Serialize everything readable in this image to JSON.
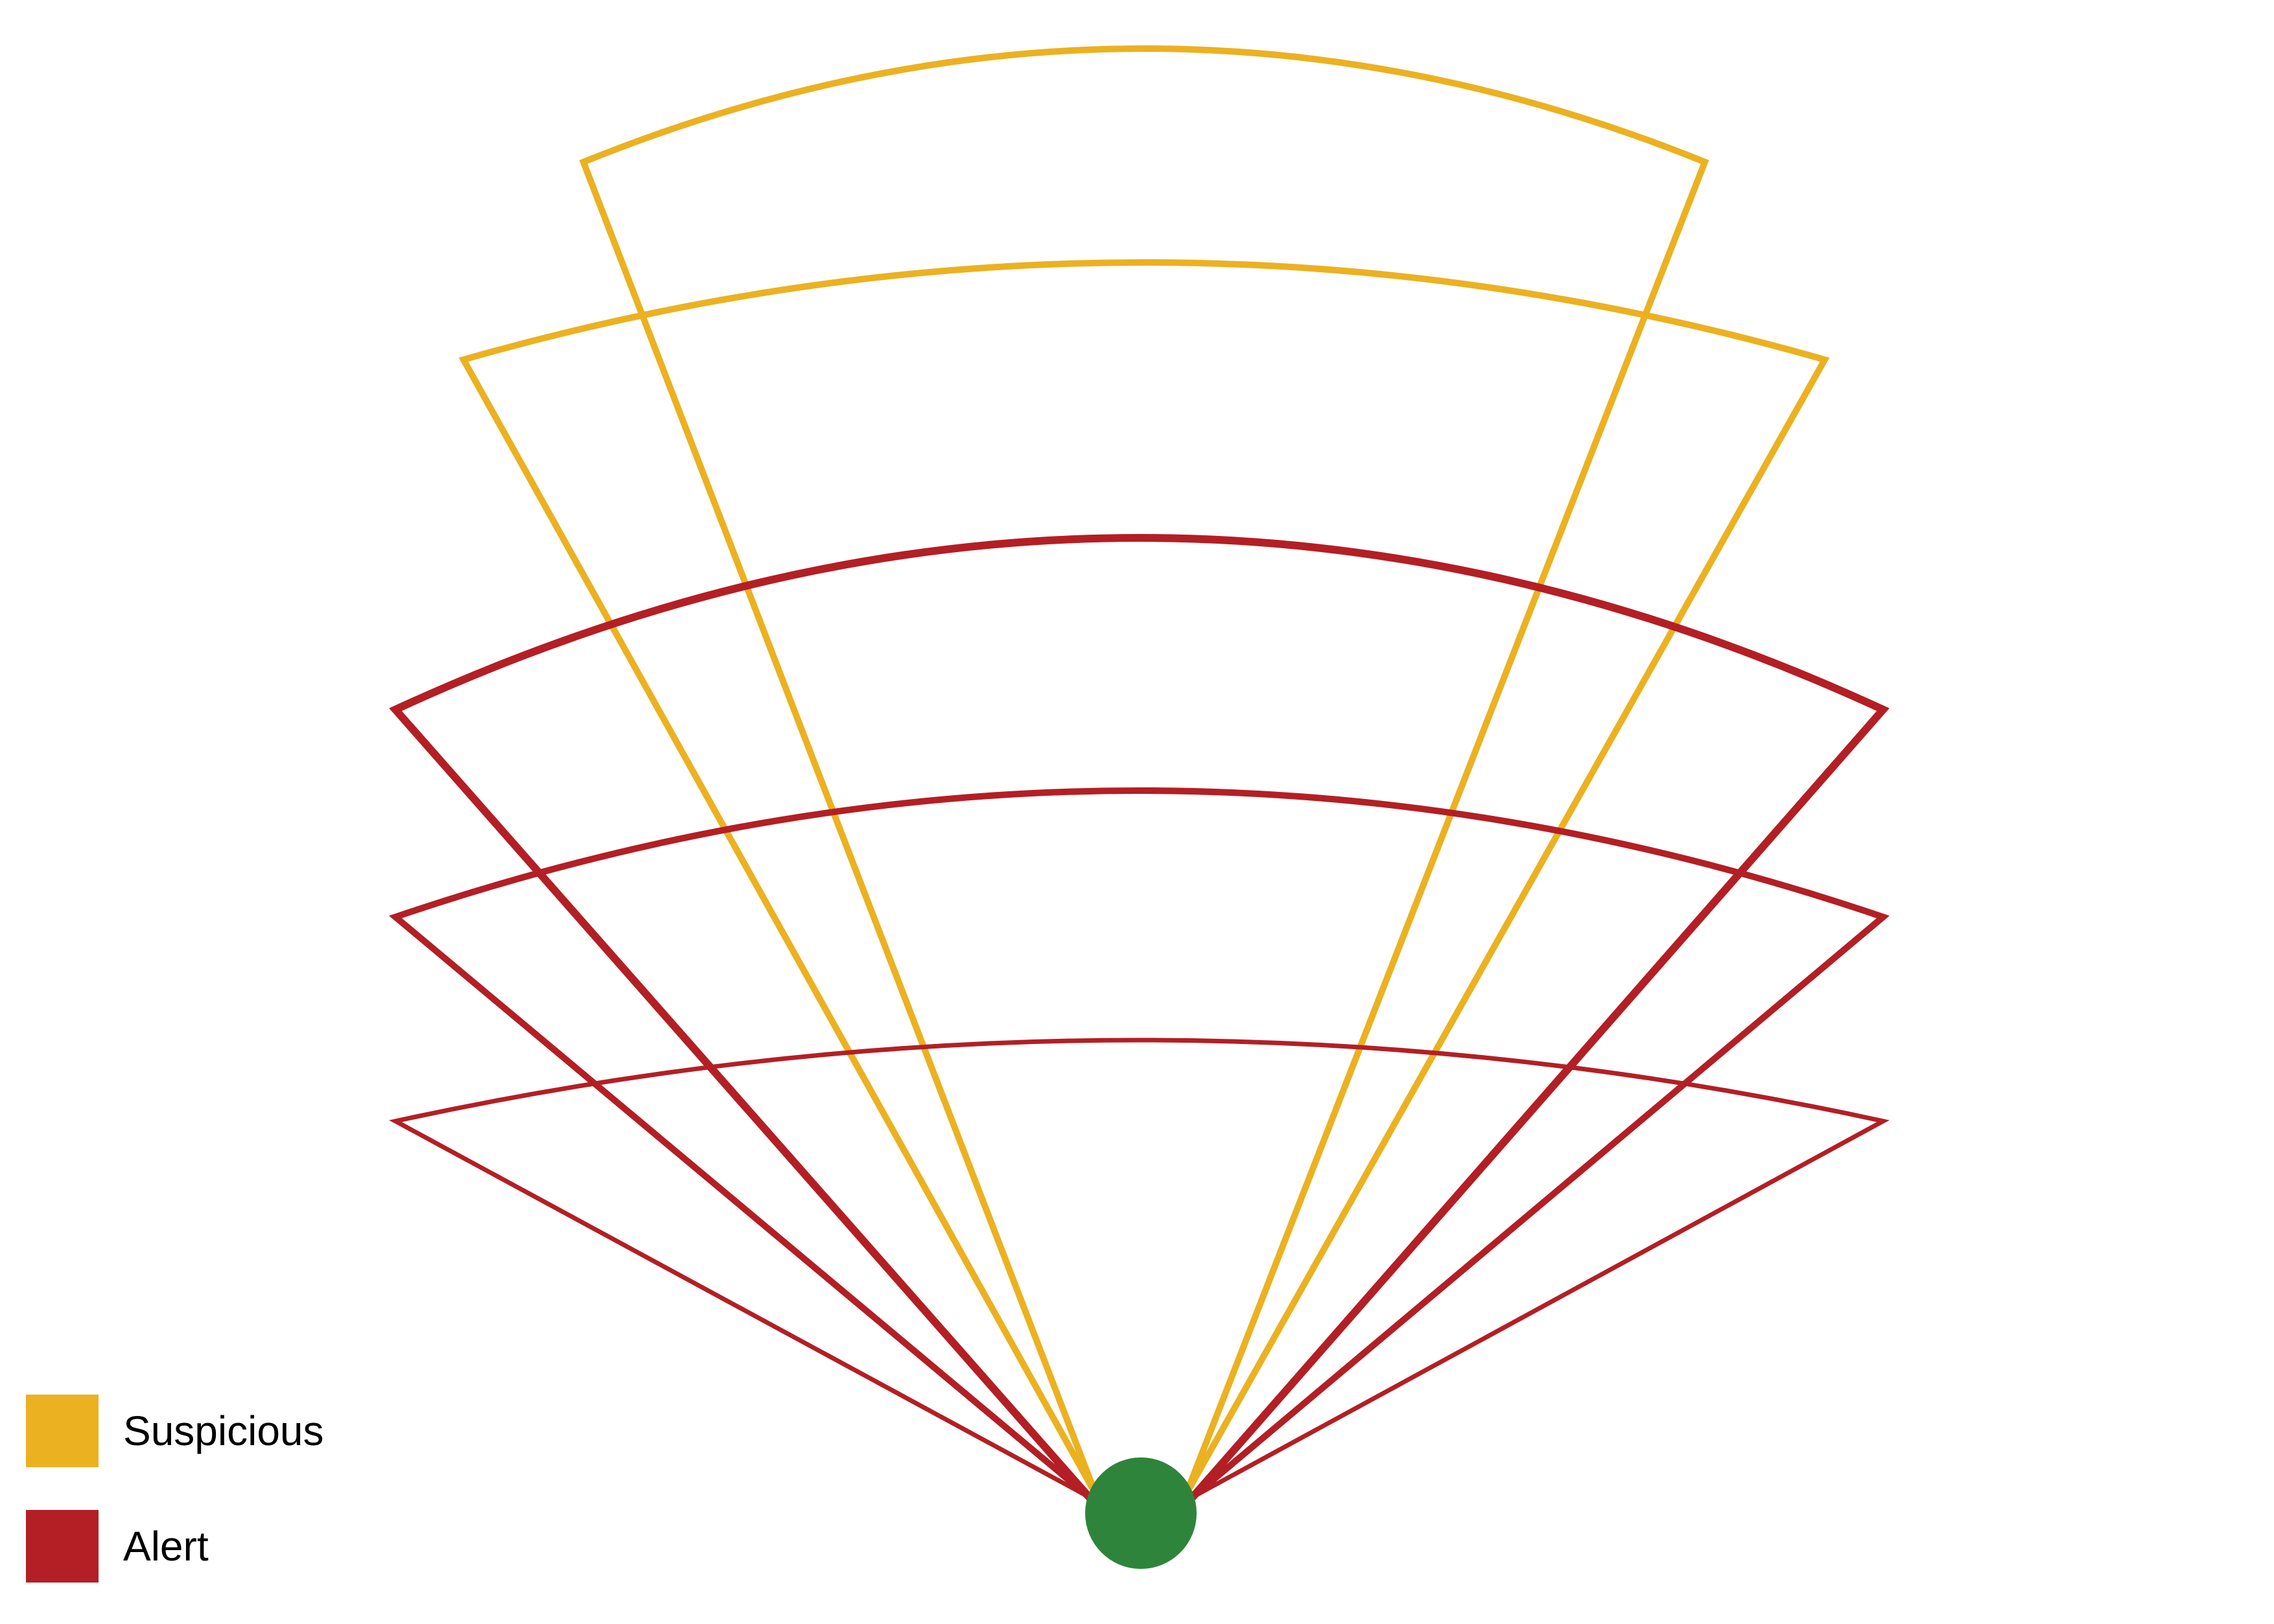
{
  "colors": {
    "suspicious": "#ebb121",
    "alert": "#b31f24",
    "sensor": "#2f843b",
    "background": "#ffffff"
  },
  "legend": {
    "items": [
      {
        "key": "suspicious",
        "label": "Suspicious"
      },
      {
        "key": "alert",
        "label": "Alert"
      }
    ]
  },
  "sensor": {
    "icon": "sensor-dot"
  },
  "zones": [
    {
      "level": "suspicious",
      "order": 1
    },
    {
      "level": "suspicious",
      "order": 2
    },
    {
      "level": "alert",
      "order": 3
    },
    {
      "level": "alert",
      "order": 4
    },
    {
      "level": "alert",
      "order": 5
    }
  ]
}
